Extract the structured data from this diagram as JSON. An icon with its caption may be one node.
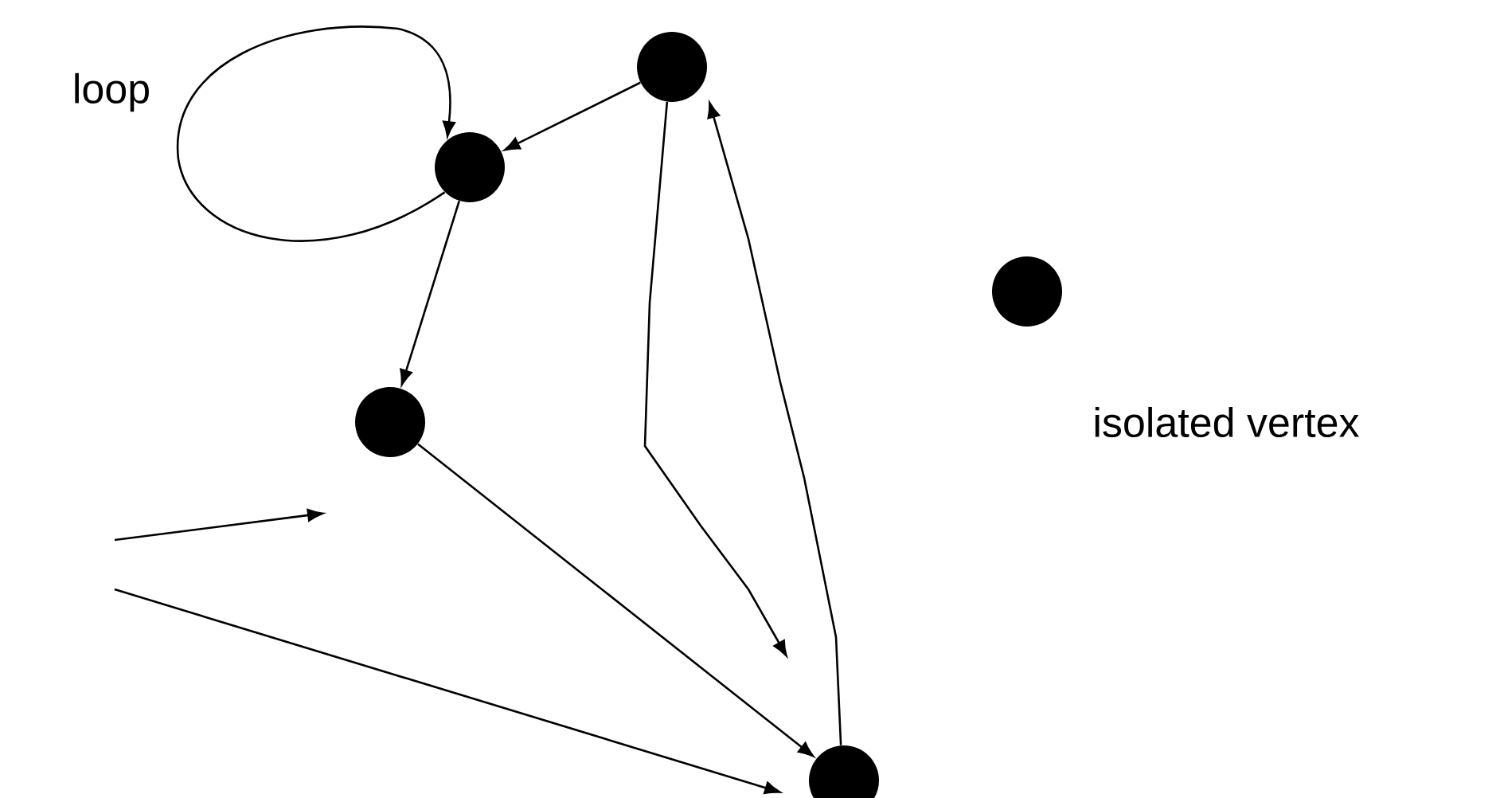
{
  "diagram": {
    "nodes": [
      {
        "text": [],
        "shape": "circle"
      },
      {
        "text": [],
        "shape": "circle"
      },
      {
        "text": [],
        "shape": "circle",
        "beside": [
          "isolated vertex"
        ]
      },
      {
        "text": [],
        "shape": "circle"
      },
      {
        "text": [],
        "shape": "circle"
      }
    ],
    "edges": [
      {
        "from": 0,
        "to": 1,
        "arrow": "to"
      },
      {
        "from": 1,
        "to": 1,
        "arrow": "to"
      },
      {
        "from": 1,
        "to": 3,
        "arrow": "to"
      },
      {
        "from": 3,
        "to": 4,
        "arrow": "to"
      },
      {
        "from": 0,
        "to": 4,
        "arrow": "to"
      },
      {
        "from": 4,
        "to": 0,
        "arrow": "to"
      }
    ],
    "labels": [
      "loop"
    ]
  }
}
